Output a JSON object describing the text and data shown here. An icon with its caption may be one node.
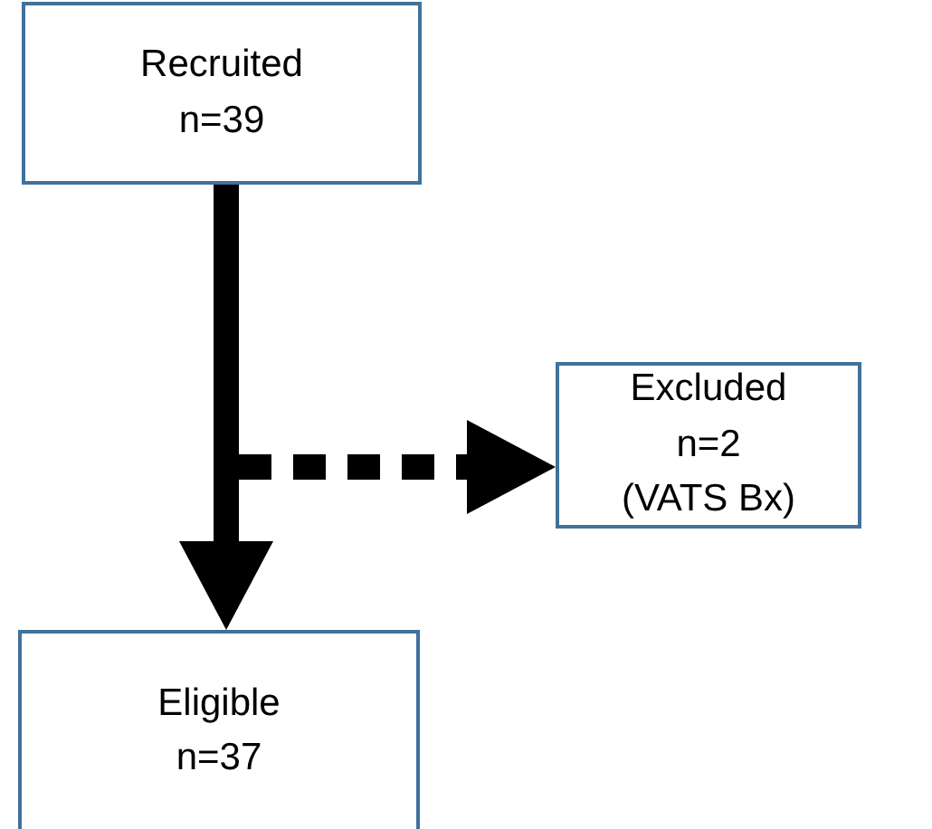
{
  "diagram": {
    "nodes": [
      {
        "text": [
          "Recruited n=39"
        ]
      },
      {
        "text": [
          "Eligible n=37"
        ]
      },
      {
        "text": [
          "Excluded n=2 (VATS Bx)"
        ]
      }
    ],
    "edges": [
      {
        "from": 0,
        "to": 1,
        "arrow": "to"
      },
      {
        "from": null,
        "to": 2,
        "arrow": "to",
        "style": "dashed"
      }
    ]
  }
}
